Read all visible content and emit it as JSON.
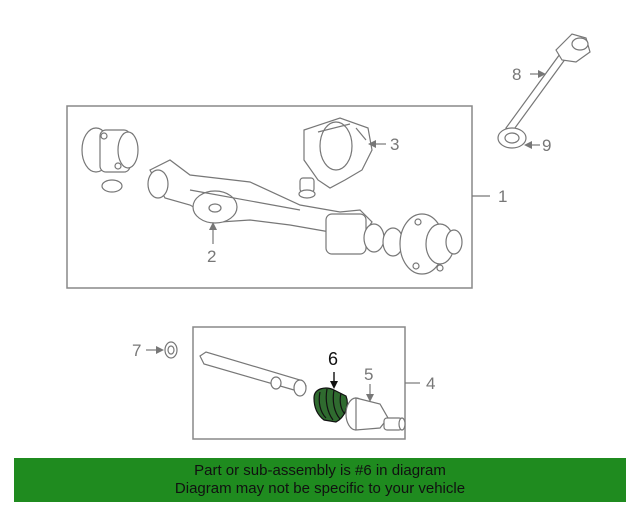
{
  "callouts": {
    "c1": "1",
    "c2": "2",
    "c3": "3",
    "c4": "4",
    "c5": "5",
    "c6": "6",
    "c7": "7",
    "c8": "8",
    "c9": "9"
  },
  "banner": {
    "line1": "Part or sub-assembly is #6 in diagram",
    "line2": "Diagram may not be specific to your vehicle"
  },
  "colors": {
    "banner": "#1f8b1f",
    "highlight": "#2f6b2f"
  }
}
